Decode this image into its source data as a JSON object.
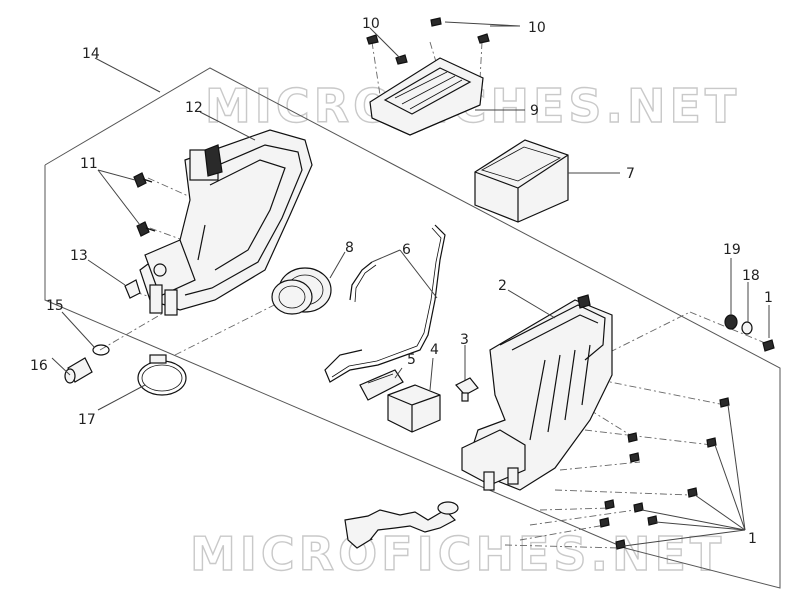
{
  "watermark": {
    "text": "MICROFICHES.NET"
  },
  "callouts": {
    "c14": "14",
    "c12": "12",
    "c11": "11",
    "c13": "13",
    "c15": "15",
    "c16": "16",
    "c17": "17",
    "c8": "8",
    "c6": "6",
    "c5": "5",
    "c4": "4",
    "c3": "3",
    "c2": "2",
    "c7": "7",
    "c9": "9",
    "c10a": "10",
    "c10b": "10",
    "c19": "19",
    "c18": "18",
    "c1a": "1",
    "c1b": "1"
  }
}
